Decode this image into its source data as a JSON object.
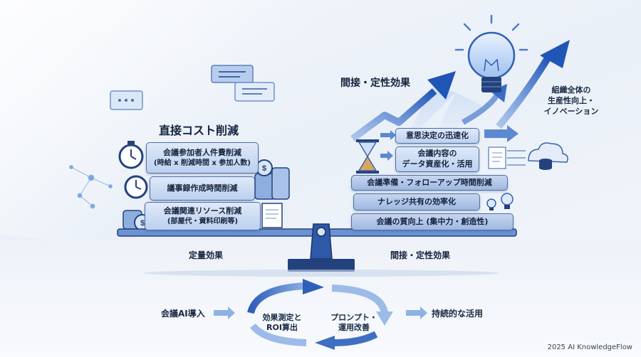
{
  "left_section": {
    "title": "直接コスト削減",
    "items": [
      {
        "line1": "会議参加者人件費削減",
        "line2": "(時給 x 削減時間 x 参加人数)"
      },
      {
        "line1": "議事録作成時間削減",
        "line2": ""
      },
      {
        "line1": "会議関連リソース削減",
        "line2": "(部屋代・資料印刷等)"
      }
    ],
    "base_label": "定量効果"
  },
  "right_section": {
    "title": "間接・定性効果",
    "floating": [
      {
        "line1": "意思決定の迅速化",
        "line2": ""
      },
      {
        "line1": "会議内容の",
        "line2": "データ資産化・活用"
      }
    ],
    "stack": [
      "会議準備・フォローアップ時間削減",
      "ナレッジ共有の効率化",
      "会議の質向上 (集中力・創造性)"
    ],
    "base_label": "間接・定性効果",
    "outcome": [
      "組織全体の",
      "生産性向上・",
      "イノベーション"
    ]
  },
  "cycle": {
    "start": "会議AI導入",
    "node_left": [
      "効果測定と",
      "ROI算出"
    ],
    "node_right": [
      "プロンプト・",
      "運用改善"
    ],
    "end": "持続的な活用"
  },
  "footer": "2025 AI KnowledgeFlow",
  "colors": {
    "accent": "#2f5fb8",
    "dark": "#1d3f7d",
    "block": "#c6d6f0"
  }
}
